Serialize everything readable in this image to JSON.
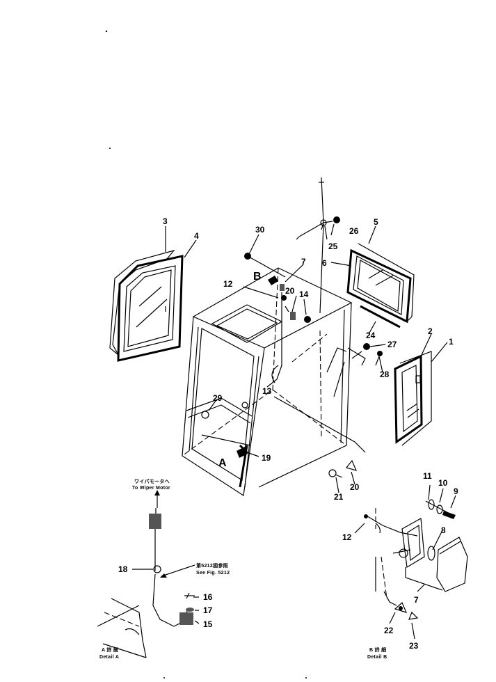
{
  "labels": {
    "p1": "1",
    "p2": "2",
    "p3": "3",
    "p4": "4",
    "p5": "5",
    "p6": "6",
    "p7": "7",
    "p8": "8",
    "p9": "9",
    "p10": "10",
    "p11": "11",
    "p12": "12",
    "p13": "13",
    "p14": "14",
    "p15": "15",
    "p16": "16",
    "p17": "17",
    "p18": "18",
    "p19": "19",
    "p20": "20",
    "p21": "21",
    "p22": "22",
    "p23": "23",
    "p24": "24",
    "p25": "25",
    "p26": "26",
    "p27": "27",
    "p28": "28",
    "p29": "29",
    "p30": "30",
    "detailA_marker": "A",
    "detailB_marker": "B"
  },
  "captions": {
    "wiper_jp": "ワイパモータへ",
    "wiper_en": "To Wiper Motor",
    "seefig_jp": "第5212図参照",
    "seefig_en": "See Fig. 5212",
    "detailA_jp": "A 詳 細",
    "detailA_en": "Detail A",
    "detailB_jp": "B 詳 細",
    "detailB_en": "Detail B"
  }
}
